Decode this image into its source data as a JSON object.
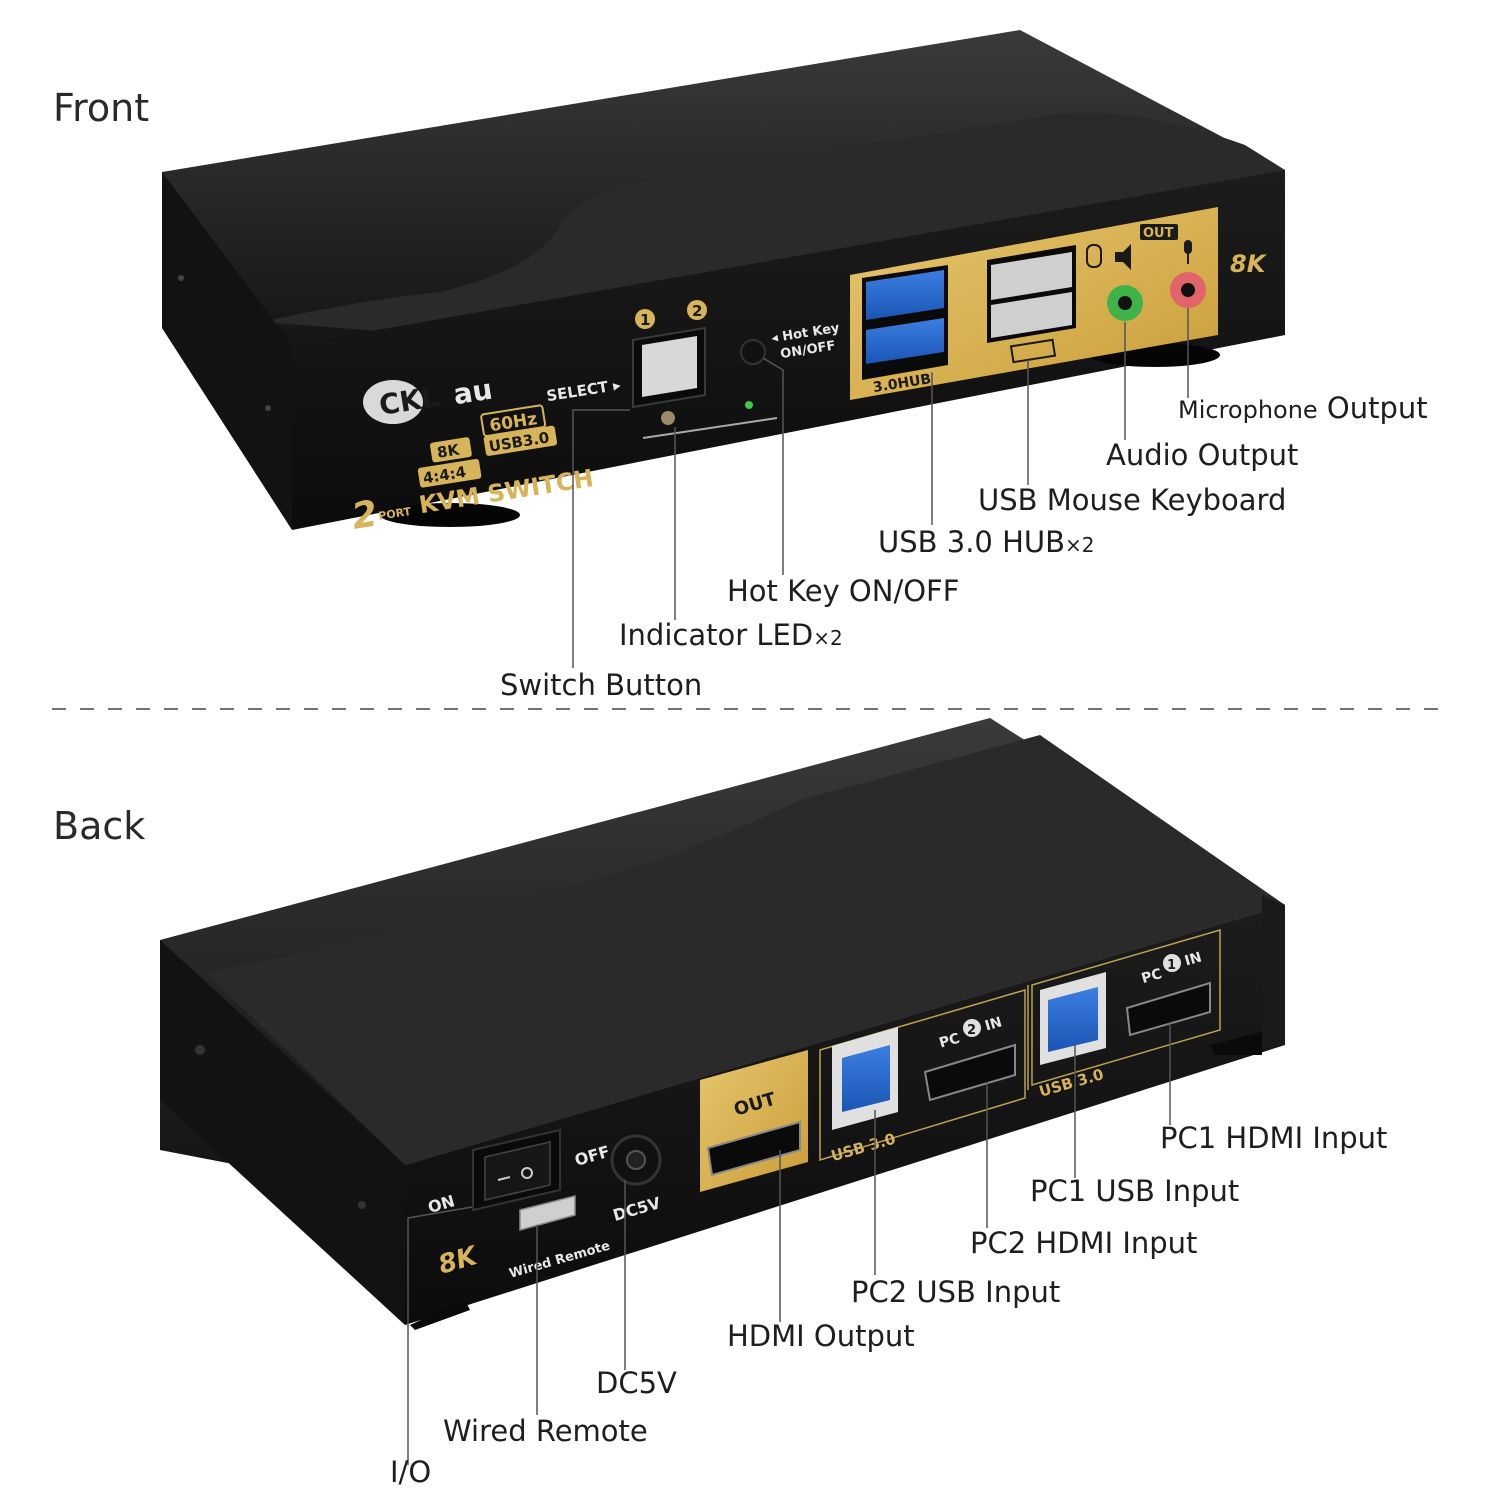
{
  "sections": {
    "front": "Front",
    "back": "Back"
  },
  "front_panel": {
    "brand": {
      "ck": "CKL",
      "au": "au"
    },
    "badges": {
      "res": "8K",
      "hz": "60Hz",
      "chroma": "4:4:4",
      "usb": "USB3.0"
    },
    "ports_count": "2",
    "ports_word": "PORT",
    "product": "KVM SWITCH",
    "select_label": "SELECT ▸",
    "port1": "1",
    "port2": "2",
    "hotkey_label_1": "◂ Hot Key",
    "hotkey_label_2": "ON/OFF",
    "hub_label": "3.0HUB",
    "out_label": "OUT",
    "resolution_mark": "8K"
  },
  "front_callouts": {
    "microphone_small": "Microphone",
    "microphone_big": "Output",
    "audio_output": "Audio Output",
    "usb_mouse_keyboard": "USB Mouse Keyboard",
    "usb_hub": "USB 3.0 HUB",
    "usb_hub_mult": "×2",
    "hot_key": "Hot Key ON/OFF",
    "indicator": "Indicator LED",
    "indicator_mult": "×2",
    "switch_button": "Switch Button"
  },
  "back_panel": {
    "on": "ON",
    "off": "OFF",
    "dc": "DC5V",
    "wired": "Wired Remote",
    "resolution_mark": "8K",
    "hdmi_out": "OUT",
    "usb_label": "USB 3.0",
    "pc2_pre": "PC",
    "pc2_num": "2",
    "pc2_post": "IN",
    "pc1_pre": "PC",
    "pc1_num": "1",
    "pc1_post": "IN"
  },
  "back_callouts": {
    "pc1_hdmi": "PC1 HDMI Input",
    "pc1_usb": "PC1 USB Input",
    "pc2_hdmi": "PC2 HDMI Input",
    "pc2_usb": "PC2 USB Input",
    "hdmi_output": "HDMI Output",
    "dc5v": "DC5V",
    "wired_remote": "Wired Remote",
    "io": "I/O"
  }
}
